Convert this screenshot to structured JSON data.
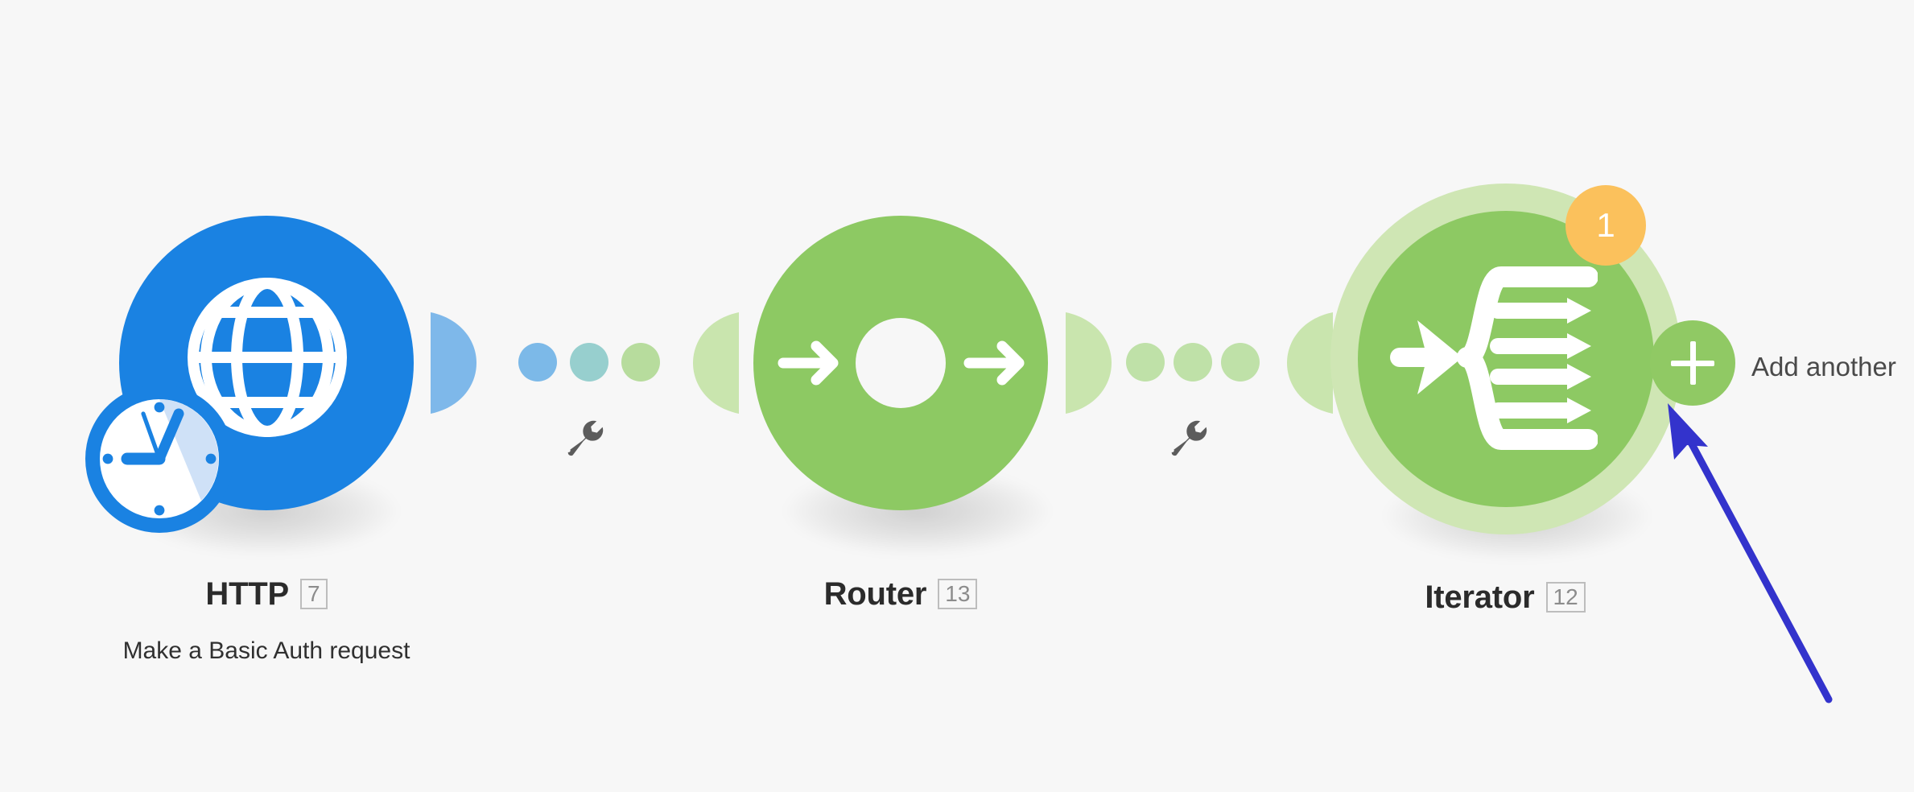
{
  "scene": {
    "background_color": "#f7f7f7",
    "kind": "automation-scenario-flow"
  },
  "modules": [
    {
      "id": "http",
      "title": "HTTP",
      "badge": "7",
      "subtitle": "Make a Basic Auth request",
      "color": "#1a82e2",
      "icon": "globe-icon",
      "status_icon": "clock-icon",
      "selected": false
    },
    {
      "id": "router",
      "title": "Router",
      "badge": "13",
      "subtitle": "",
      "color": "#8dc963",
      "icon": "router-icon",
      "status_icon": "",
      "selected": false
    },
    {
      "id": "iterator",
      "title": "Iterator",
      "badge": "12",
      "subtitle": "",
      "color": "#8dc963",
      "halo_color": "#cfe6b4",
      "icon": "iterator-icon",
      "count_badge": "1",
      "count_badge_color": "#fbc15c",
      "selected": true
    }
  ],
  "connectors": [
    {
      "id": "http-to-router",
      "from": "http",
      "to": "router",
      "tool_icon": "wrench-icon",
      "dot_colors": [
        "#7cb9e8",
        "#97cfce",
        "#b7dc9d"
      ],
      "cap_left_color": "#7eb8ea",
      "cap_right_color": "#c9e5ae"
    },
    {
      "id": "router-to-iterator",
      "from": "router",
      "to": "iterator",
      "tool_icon": "wrench-icon",
      "dot_colors": [
        "#bfe1a8",
        "#bfe1a8",
        "#bfe1a8"
      ],
      "cap_left_color": "#c9e5ae",
      "cap_right_color": "#c9e5ae"
    }
  ],
  "add_another": {
    "label": "Add another",
    "button_icon": "plus-icon",
    "button_color": "#90c964"
  },
  "annotation": {
    "type": "pointer-arrow",
    "color": "#3333cc",
    "points_to": "add-another-button"
  }
}
